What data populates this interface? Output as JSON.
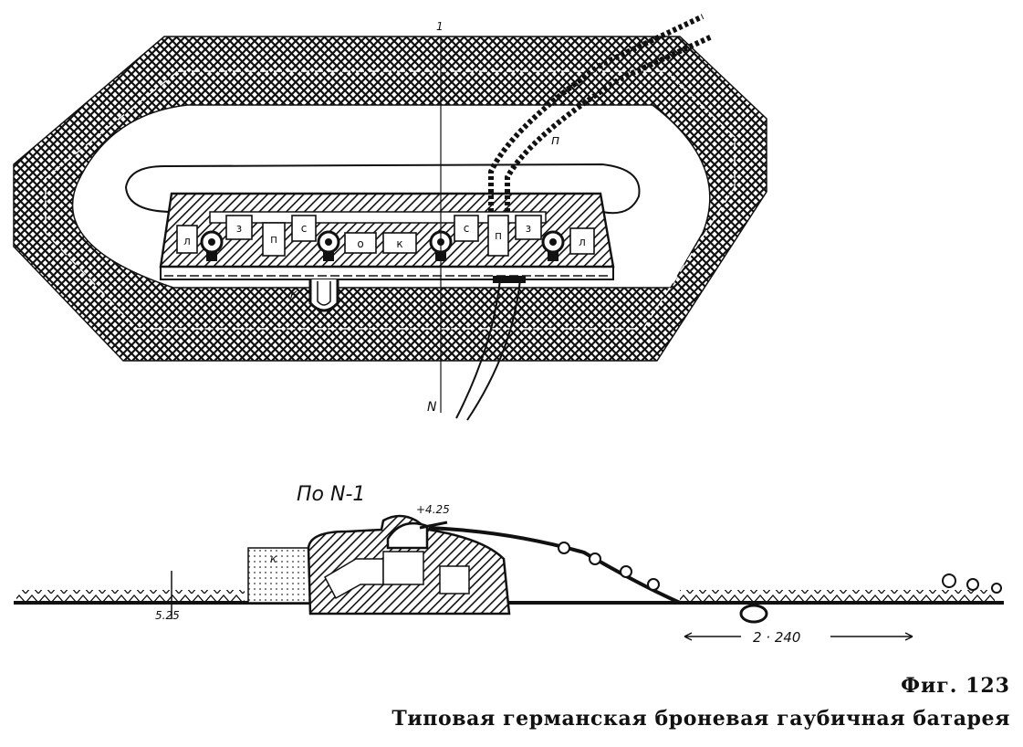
{
  "caption": {
    "number": "Фиг. 123",
    "title": "Типовая германская броневая гаубичная батарея"
  },
  "plan": {
    "section_mark_top": "1",
    "section_mark_bottom": "N",
    "passage_label": "п",
    "shelter_label": "к",
    "rooms": [
      "л",
      "з",
      "п",
      "с",
      "о",
      "к",
      "с",
      "п",
      "з",
      "л"
    ]
  },
  "section": {
    "title": "По N-1",
    "elevation": "+4.25",
    "left_mark": "5.25",
    "shelter_label": "к",
    "distance": "2 · 240"
  }
}
